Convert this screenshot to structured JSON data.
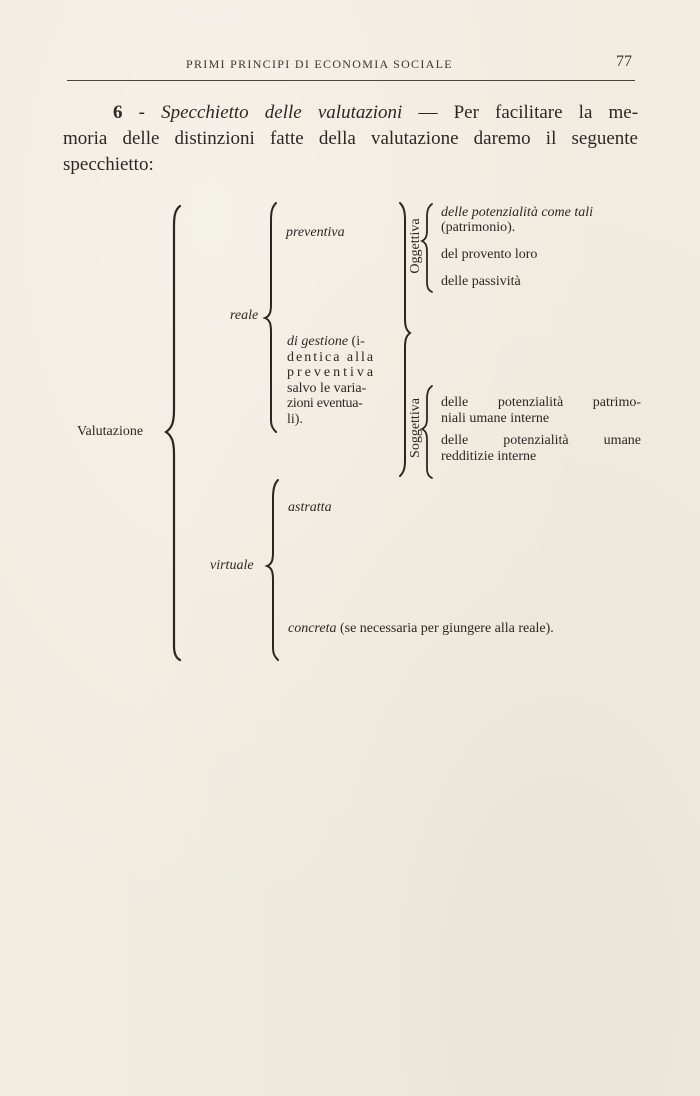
{
  "header": {
    "running_title": "PRIMI PRINCIPI DI ECONOMIA SOCIALE",
    "page_number": "77"
  },
  "section": {
    "number": "6",
    "separator": "-",
    "title": "Specchietto delle valutazioni",
    "dash": "—",
    "text_line1": "Per facilitare la me-",
    "text_line2": "moria delle distinzioni fatte della valutazione daremo il seguente",
    "text_line3": "specchietto:"
  },
  "scheme": {
    "root": "Valutazione",
    "reale": {
      "label": "reale",
      "preventiva": "preventiva",
      "di_gestione": {
        "term": "di gestione",
        "line1_rest": "(i-",
        "line2": "dentica alla",
        "line3": "preventiva",
        "line4": "salvo le varia-",
        "line5": "zioni eventua-",
        "line6": "li)."
      },
      "oggettiva": {
        "label": "Oggettiva",
        "item1_line1": "delle potenzialità come tali",
        "item1_line2": "(patrimonio).",
        "item2": "del provento loro",
        "item3": "delle passività"
      },
      "soggettiva": {
        "label": "Soggettiva",
        "item1_line1": "delle potenzialità patrimo-",
        "item1_line2": "niali umane interne",
        "item2_line1": "delle potenzialità umane",
        "item2_line2": "redditizie interne"
      }
    },
    "virtuale": {
      "label": "virtuale",
      "astratta": "astratta",
      "concreta": "concreta",
      "concreta_note": "(se necessaria per giungere alla reale)."
    }
  }
}
